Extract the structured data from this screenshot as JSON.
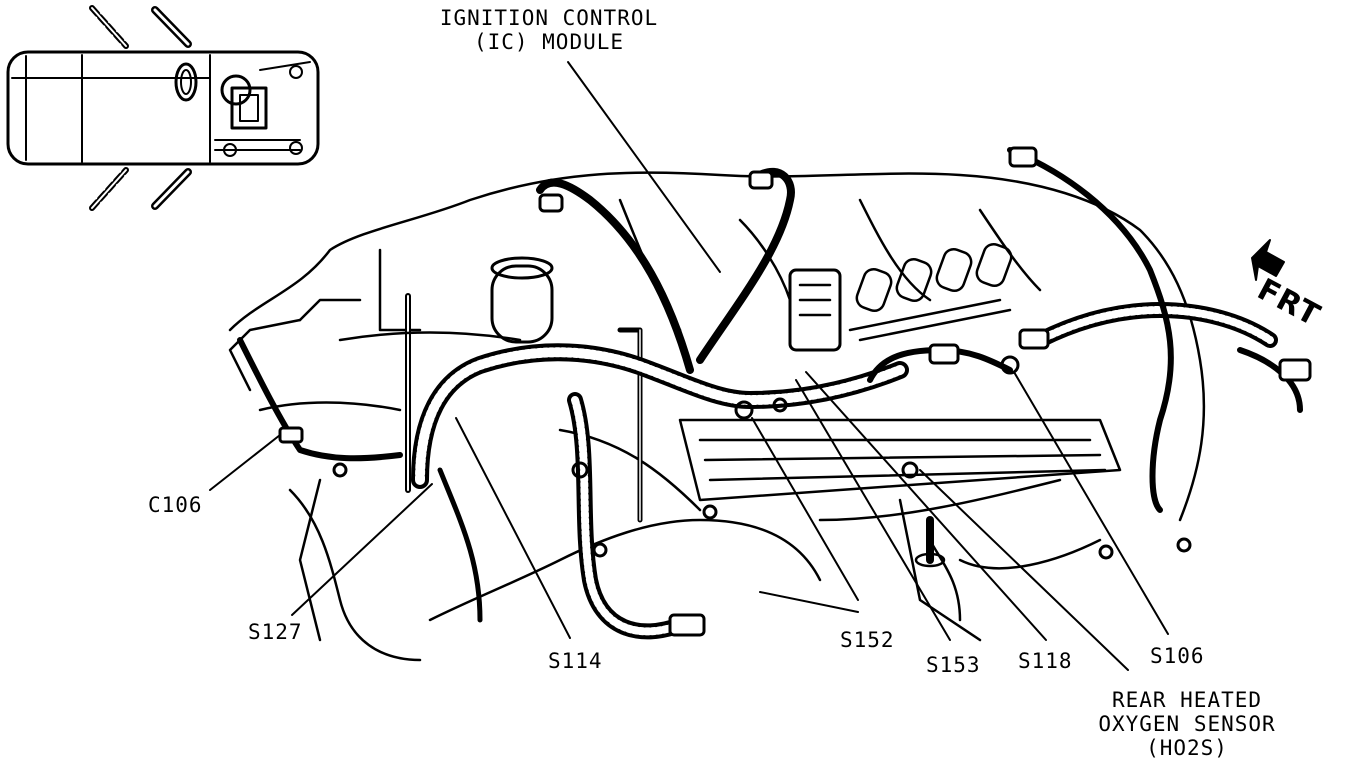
{
  "labels": {
    "ic_module_line1": "IGNITION CONTROL",
    "ic_module_line2": "(IC) MODULE",
    "c106": "C106",
    "s127": "S127",
    "s114": "S114",
    "s152": "S152",
    "s153": "S153",
    "s118": "S118",
    "s106": "S106",
    "ho2s_line1": "REAR HEATED",
    "ho2s_line2": "OXYGEN SENSOR",
    "ho2s_line3": "(HO2S)",
    "frt": "FRT"
  },
  "colors": {
    "ink": "#000000",
    "paper": "#ffffff"
  }
}
